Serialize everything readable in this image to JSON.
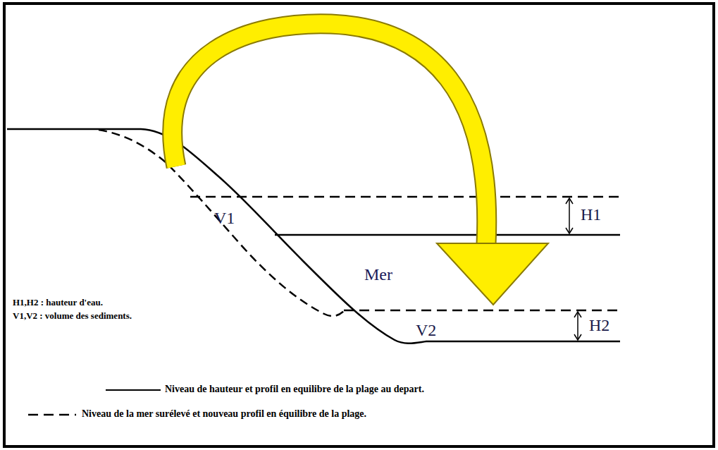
{
  "diagram": {
    "labels": [
      "V1",
      "Mer",
      "V2",
      "H1",
      "H2",
      "H1,H2 : hauteur d'eau.",
      "V1,V2 : volume des sediments."
    ],
    "legend": [
      {
        "text": "Niveau de hauteur et profil en equilibre de la plage au depart."
      },
      {
        "text": "Niveau de la mer surélevé et nouveau profil en équilibre de la plage."
      }
    ]
  }
}
